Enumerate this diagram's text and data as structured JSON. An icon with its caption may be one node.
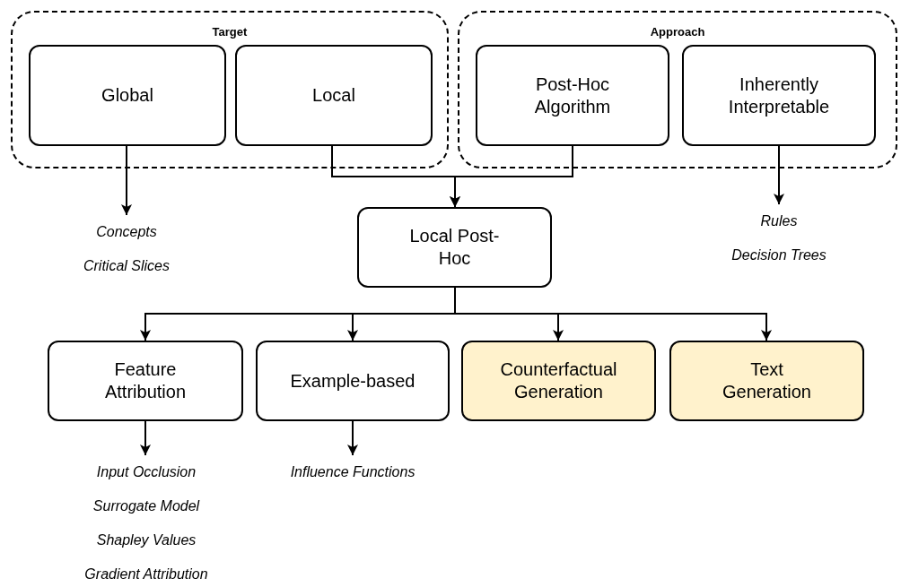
{
  "diagram": {
    "nodes": [
      {
        "text": [
          "Target"
        ]
      },
      {
        "text": [
          "Global"
        ],
        "in": 0
      },
      {
        "text": [
          "Local"
        ],
        "in": 0
      },
      {
        "text": [
          "Approach"
        ]
      },
      {
        "text": [
          "Post-Hoc Algorithm"
        ],
        "in": 3
      },
      {
        "text": [
          "Inherently Interpretable"
        ],
        "in": 3
      },
      {
        "text": [
          "Concepts",
          "Critical Slices"
        ]
      },
      {
        "text": [
          "Local Post-Hoc"
        ]
      },
      {
        "text": [
          "Rules",
          "Decision Trees"
        ]
      },
      {
        "text": [
          "Feature Attribution"
        ]
      },
      {
        "text": [
          "Example-based"
        ]
      },
      {
        "text": [
          "Counterfactual Generation"
        ]
      },
      {
        "text": [
          "Text Generation"
        ]
      },
      {
        "text": [
          "Input Occlusion",
          "Surrogate Model",
          "Shapley Values",
          "Gradient Attribution"
        ]
      },
      {
        "text": [
          "Influence Functions"
        ]
      }
    ],
    "edges": [
      {
        "from": 1,
        "to": 6,
        "arrow": "to"
      },
      {
        "from": 2,
        "to": 7,
        "arrow": "to"
      },
      {
        "from": 4,
        "to": 7,
        "arrow": "to"
      },
      {
        "from": 5,
        "to": 8,
        "arrow": "to"
      },
      {
        "from": 7,
        "to": 9,
        "arrow": "to"
      },
      {
        "from": 7,
        "to": 10,
        "arrow": "to"
      },
      {
        "from": 7,
        "to": 11,
        "arrow": "to"
      },
      {
        "from": 7,
        "to": 12,
        "arrow": "to"
      },
      {
        "from": 9,
        "to": 13,
        "arrow": "to"
      },
      {
        "from": 10,
        "to": 14,
        "arrow": "to"
      }
    ]
  }
}
